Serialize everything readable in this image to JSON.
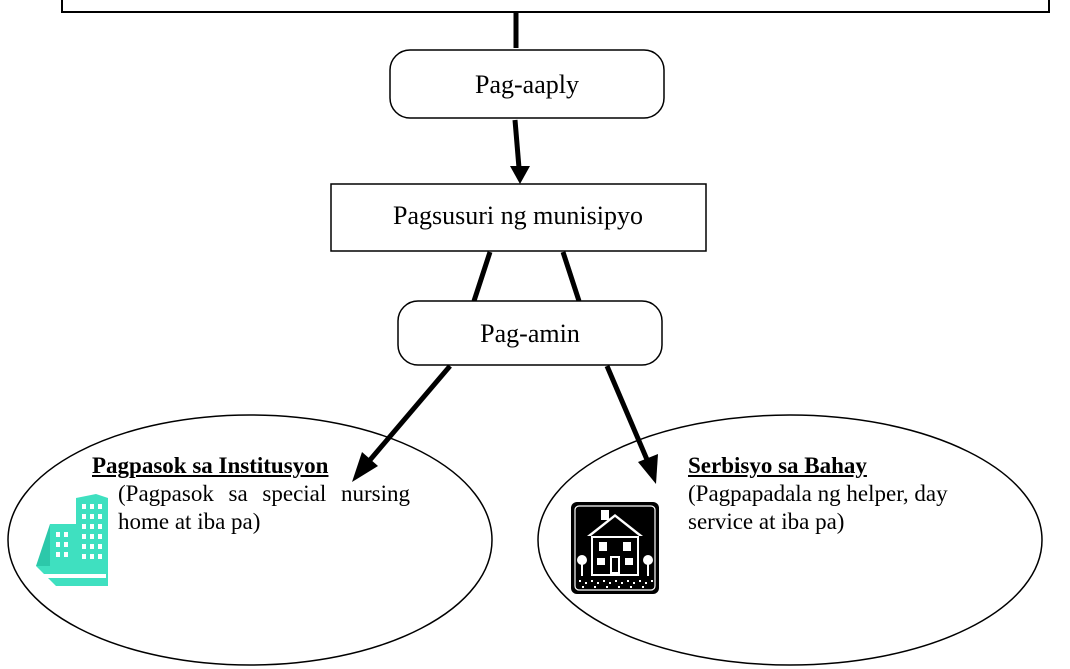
{
  "nodes": {
    "application": {
      "label": "Pag-aaply"
    },
    "municipal_review": {
      "label": "Pagsusuri ng munisipyo"
    },
    "acceptance": {
      "label": "Pag-amin"
    }
  },
  "outcomes": {
    "institution": {
      "heading": "Pagpasok sa Institusyon",
      "description": "(Pagpasok sa special nursing home at iba pa)",
      "icon": "building-icon",
      "icon_color": "#3fe0c0"
    },
    "home_service": {
      "heading": "Serbisyo sa Bahay",
      "description": "(Pagpapadala ng helper, day service at iba pa)",
      "icon": "house-icon",
      "icon_color": "#000000"
    }
  }
}
